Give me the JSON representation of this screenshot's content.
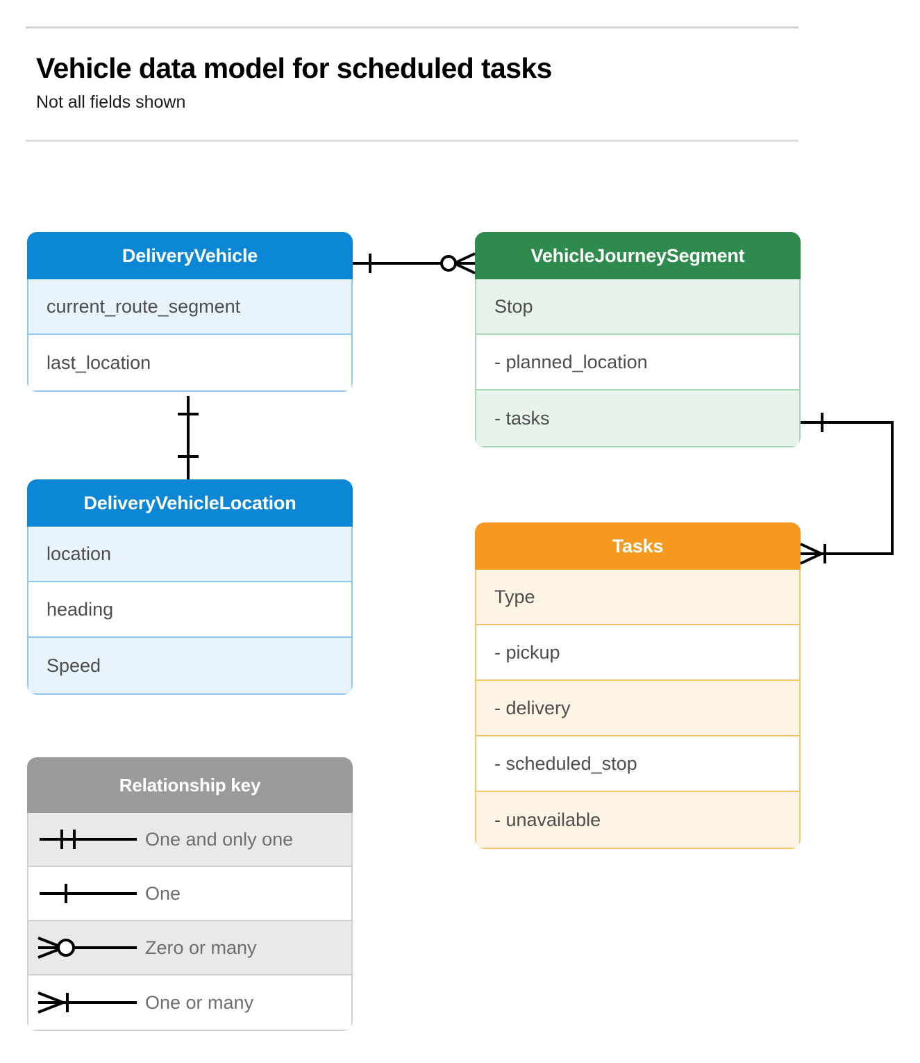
{
  "header": {
    "title": "Vehicle data model for scheduled tasks",
    "subtitle": "Not all fields shown"
  },
  "colors": {
    "blue": "#0b87d5",
    "blue_row": "#e9f3fc",
    "blue_border": "#8ec7f0",
    "green": "#2e8b4d",
    "green_row": "#e8f3ec",
    "green_border": "#a9d8b8",
    "orange": "#f5991f",
    "orange_row": "#fdf4e6",
    "orange_border": "#f8c56a",
    "gray": "#9b9b9b",
    "gray_row": "#e9e9e9",
    "gray_border": "#cfcfcf",
    "line": "#000000",
    "text": "#4d4d4d",
    "rule": "#d4d4d4"
  },
  "entities": [
    {
      "name": "DeliveryVehicle",
      "theme": "blue",
      "fields": [
        "current_route_segment",
        "last_location"
      ]
    },
    {
      "name": "VehicleJourneySegment",
      "theme": "green",
      "fields": [
        "Stop",
        "-  planned_location",
        "- tasks"
      ]
    },
    {
      "name": "DeliveryVehicleLocation",
      "theme": "blue",
      "fields": [
        "location",
        "heading",
        "Speed"
      ]
    },
    {
      "name": "Tasks",
      "theme": "orange",
      "fields": [
        "Type",
        "-  pickup",
        "-  delivery",
        "-  scheduled_stop",
        "-  unavailable"
      ]
    }
  ],
  "legend": {
    "title": "Relationship key",
    "items": [
      {
        "label": "One and only one",
        "notation": "one-and-only-one"
      },
      {
        "label": "One",
        "notation": "one"
      },
      {
        "label": "Zero or many",
        "notation": "zero-or-many"
      },
      {
        "label": "One or many",
        "notation": "one-or-many"
      }
    ]
  },
  "relationships": [
    {
      "from": "DeliveryVehicle",
      "to": "VehicleJourneySegment",
      "from_cardinality": "one",
      "to_cardinality": "zero-or-many"
    },
    {
      "from": "DeliveryVehicle",
      "to": "DeliveryVehicleLocation",
      "from_cardinality": "one",
      "to_cardinality": "one"
    },
    {
      "from": "VehicleJourneySegment.tasks",
      "to": "Tasks",
      "from_cardinality": "one",
      "to_cardinality": "one-or-many"
    }
  ]
}
